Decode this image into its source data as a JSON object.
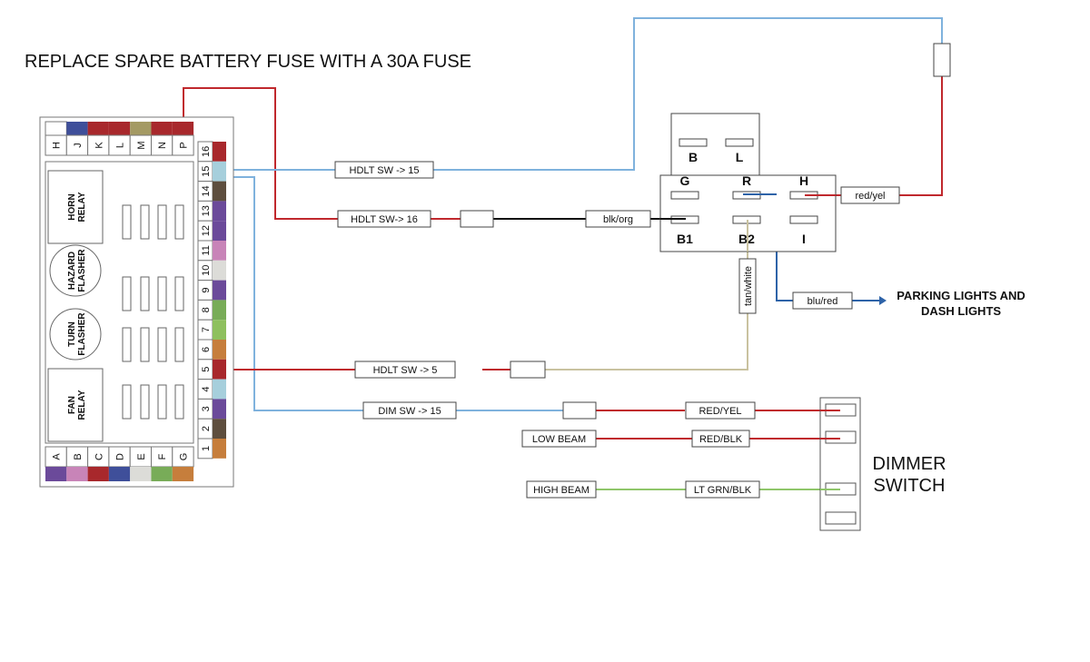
{
  "title": "REPLACE SPARE BATTERY FUSE WITH A 30A FUSE",
  "colors": {
    "red": "#c0282d",
    "light_blue": "#7fb2dd",
    "blue": "#2e63a8",
    "black": "#111111",
    "tan": "#c9c2a0",
    "lt_green": "#8fc66a",
    "outline": "#555555"
  },
  "fuse_box": {
    "top_row": [
      {
        "label": "H",
        "color": "#ffffff"
      },
      {
        "label": "J",
        "color": "#3f4f9a"
      },
      {
        "label": "K",
        "color": "#a8282c"
      },
      {
        "label": "L",
        "color": "#a8282c"
      },
      {
        "label": "M",
        "color": "#a49a64"
      },
      {
        "label": "N",
        "color": "#a8282c"
      },
      {
        "label": "P",
        "color": "#a8282c"
      }
    ],
    "bottom_row": [
      {
        "label": "A",
        "color": "#6b4a9a"
      },
      {
        "label": "B",
        "color": "#c884b8"
      },
      {
        "label": "C",
        "color": "#a8282c"
      },
      {
        "label": "D",
        "color": "#3f4f9a"
      },
      {
        "label": "E",
        "color": "#dcdcd8"
      },
      {
        "label": "F",
        "color": "#78ac58"
      },
      {
        "label": "G",
        "color": "#c67e3c"
      }
    ],
    "right_column": [
      {
        "label": "16",
        "color": "#a8282c"
      },
      {
        "label": "15",
        "color": "#a6cfdc"
      },
      {
        "label": "14",
        "color": "#5e4e3e"
      },
      {
        "label": "13",
        "color": "#6b4a9a"
      },
      {
        "label": "12",
        "color": "#6b4a9a"
      },
      {
        "label": "11",
        "color": "#c884b8"
      },
      {
        "label": "10",
        "color": "#dcdcd8"
      },
      {
        "label": "9",
        "color": "#6b4a9a"
      },
      {
        "label": "8",
        "color": "#78ac58"
      },
      {
        "label": "7",
        "color": "#8ec05e"
      },
      {
        "label": "6",
        "color": "#c67e3c"
      },
      {
        "label": "5",
        "color": "#a8282c"
      },
      {
        "label": "4",
        "color": "#a6cfdc"
      },
      {
        "label": "3",
        "color": "#6b4a9a"
      },
      {
        "label": "2",
        "color": "#5e4e3e"
      },
      {
        "label": "1",
        "color": "#c67e3c"
      }
    ],
    "relays": [
      {
        "line1": "HORN",
        "line2": "RELAY",
        "shape": "square"
      },
      {
        "line1": "HAZARD",
        "line2": "FLASHER",
        "shape": "circle"
      },
      {
        "line1": "TURN",
        "line2": "FLASHER",
        "shape": "circle"
      },
      {
        "line1": "FAN",
        "line2": "RELAY",
        "shape": "square"
      }
    ]
  },
  "headlight_switch": {
    "terminals_top": [
      "B",
      "L"
    ],
    "terminals_mid": [
      "G",
      "R",
      "H"
    ],
    "terminals_bottom": [
      "B1",
      "B2",
      "I"
    ]
  },
  "wire_labels": {
    "hdlt_sw_15": "HDLT SW -> 15",
    "hdlt_sw_16": "HDLT SW-> 16",
    "blk_org": "blk/org",
    "red_yel_lower": "red/yel",
    "tan_white": "tan/white",
    "blu_red": "blu/red",
    "hdlt_sw_5": "HDLT SW -> 5",
    "dim_sw_15": "DIM SW -> 15",
    "red_yel_upper": "RED/YEL",
    "low_beam": "LOW BEAM",
    "red_blk": "RED/BLK",
    "high_beam": "HIGH BEAM",
    "lt_grn_blk": "LT GRN/BLK"
  },
  "destinations": {
    "parking_line1": "PARKING LIGHTS AND",
    "parking_line2": "DASH LIGHTS",
    "dimmer_line1": "DIMMER",
    "dimmer_line2": "SWITCH"
  }
}
